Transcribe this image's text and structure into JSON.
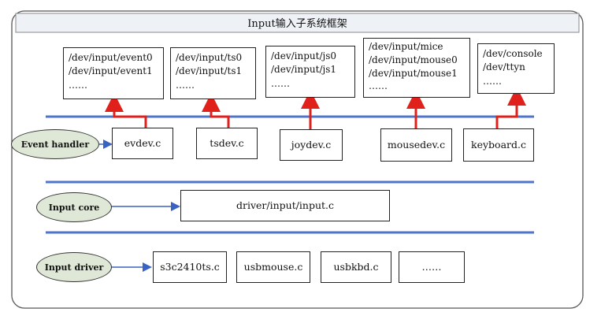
{
  "title": "Input输入子系统框架",
  "device_nodes": [
    {
      "lines": [
        "/dev/input/event0",
        "/dev/input/event1",
        "……"
      ]
    },
    {
      "lines": [
        "/dev/input/ts0",
        "/dev/input/ts1",
        "……"
      ]
    },
    {
      "lines": [
        "/dev/input/js0",
        "/dev/input/js1",
        "……"
      ]
    },
    {
      "lines": [
        "/dev/input/mice",
        "/dev/input/mouse0",
        "/dev/input/mouse1",
        "……"
      ]
    },
    {
      "lines": [
        "/dev/console",
        "/dev/ttyn",
        "……"
      ]
    }
  ],
  "layers": {
    "event_handler": {
      "label": "Event handler",
      "handlers": [
        "evdev.c",
        "tsdev.c",
        "joydev.c",
        "mousedev.c",
        "keyboard.c"
      ]
    },
    "input_core": {
      "label": "Input core",
      "file": "driver/input/input.c"
    },
    "input_driver": {
      "label": "Input driver",
      "drivers": [
        "s3c2410ts.c",
        "usbmouse.c",
        "usbkbd.c",
        "……"
      ]
    }
  },
  "colors": {
    "separator": "#4f74c8",
    "red_arrow": "#e0201a",
    "blue_arrow": "#3a62c0",
    "ellipse_fill": "#dfe8d6",
    "frame_header": "#eef2f7"
  }
}
